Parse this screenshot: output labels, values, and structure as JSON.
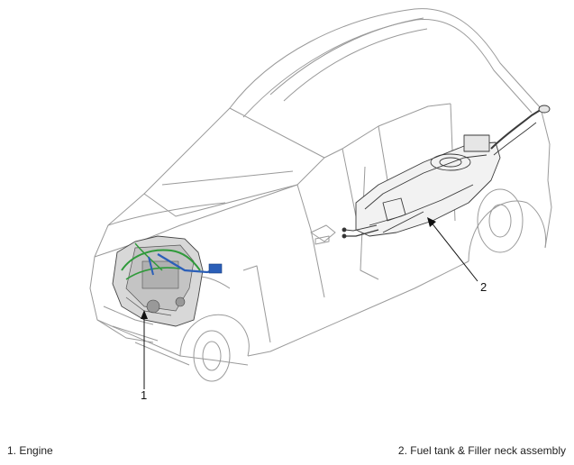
{
  "callouts": {
    "engine_number": "1",
    "fuel_tank_number": "2"
  },
  "legend": {
    "item_1": "1. Engine",
    "item_2": "2. Fuel tank & Filler neck assembly"
  },
  "colors": {
    "outline": "#9a9a9a",
    "component": "#555555",
    "wiring_green": "#2f9a3a",
    "pipe_blue": "#2b5fb8"
  }
}
